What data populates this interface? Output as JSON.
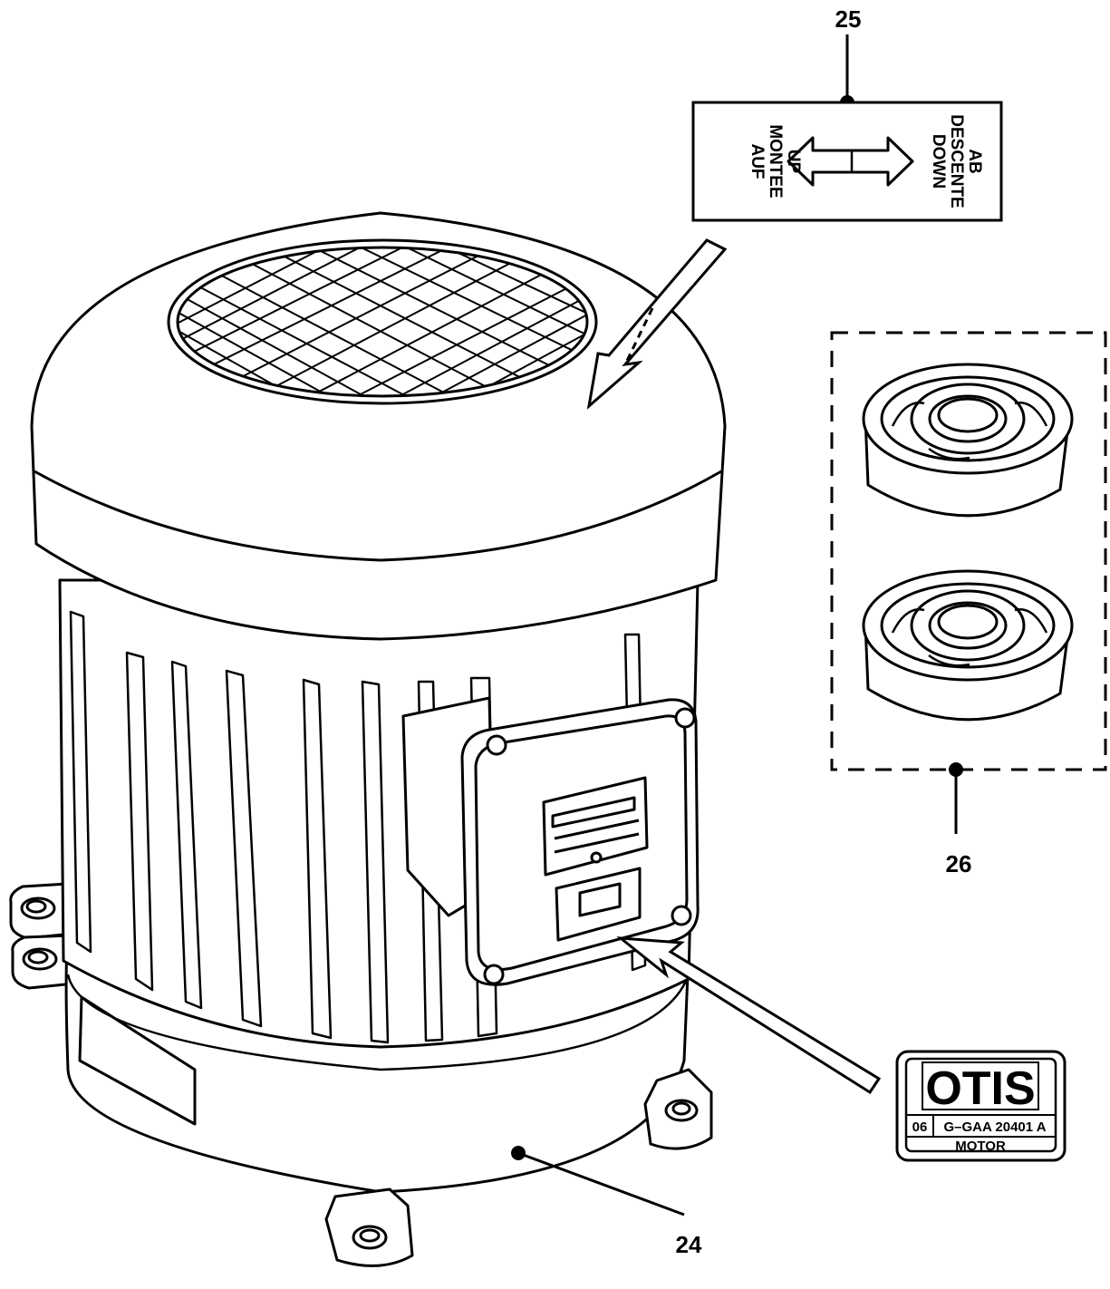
{
  "callouts": {
    "motor": "24",
    "direction_label": "25",
    "bearings": "26"
  },
  "direction_label": {
    "up_lines": [
      "UP",
      "MONTEE",
      "AUF"
    ],
    "down_lines": [
      "DOWN",
      "DESCENTE",
      "AB"
    ]
  },
  "nameplate": {
    "logo": "OTIS",
    "code_prefix": "06",
    "part_number": "G–GAA 20401 A",
    "description": "MOTOR"
  }
}
